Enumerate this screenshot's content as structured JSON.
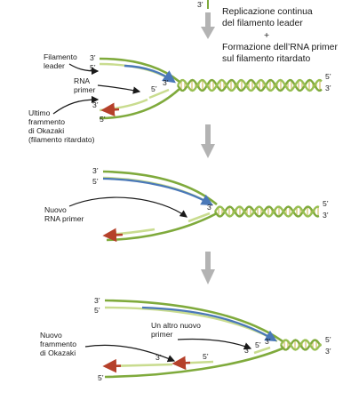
{
  "top_end_label": "3’",
  "step_caption": {
    "line1": "Replicazione continua",
    "line2": "del filamento leader",
    "plus": "+",
    "line3": "Formazione dell’RNA primer",
    "line4": "sul filamento ritardato"
  },
  "panel1": {
    "leader_label": [
      "Filamento",
      "leader"
    ],
    "primer_label": [
      "RNA",
      "primer"
    ],
    "okazaki_label": [
      "Ultimo",
      "frammento",
      "di Okazaki",
      "(filamento ritardato)"
    ],
    "ends": {
      "top_3": "3’",
      "top_5": "5’",
      "mid_3": "3’",
      "mid_5": "5’",
      "low_3": "3’",
      "low_5": "5’",
      "fork_3": "3’",
      "right_5": "5’",
      "right_3": "3’"
    }
  },
  "panel2": {
    "primer_label": [
      "Nuovo",
      "RNA primer"
    ],
    "ends": {
      "top_3": "3’",
      "top_5": "5’",
      "fork_3": "3’",
      "right_5": "5’",
      "right_3": "3’"
    }
  },
  "panel3": {
    "primer_label": [
      "Un altro nuovo",
      "primer"
    ],
    "okazaki_label": [
      "Nuovo",
      "frammento",
      "di Okazaki"
    ],
    "ends": {
      "top_3": "3’",
      "top_5": "5’",
      "frag_3": "3’",
      "frag_5": "5’",
      "fork_3": "3’",
      "fork_5": "5’",
      "fork_3b": "3’",
      "right_5": "5’",
      "right_3": "3’",
      "bottom_5": "5’"
    }
  },
  "colors": {
    "strand_green": "#7faa3c",
    "strand_light": "#c9dc8f",
    "leader_blue": "#4a78b8",
    "okazaki_red": "#b5402a",
    "rung": "#d8c77a",
    "arrow_grey": "#b3b3b3",
    "pointer": "#1a1a1a"
  }
}
